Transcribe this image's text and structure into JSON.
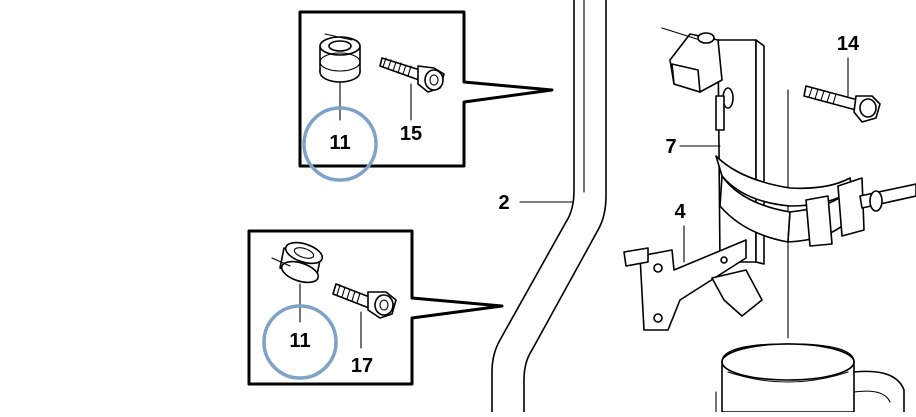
{
  "colors": {
    "line": "#000000",
    "background": "#ffffff",
    "highlight_circle": "#7fa3c8"
  },
  "callouts": {
    "upper_inset_spacer": "11",
    "upper_inset_bolt": "15",
    "lower_inset_spacer": "11",
    "lower_inset_bolt": "17",
    "pipe": "2",
    "bracket": "4",
    "clamp": "7",
    "bolt": "14"
  }
}
